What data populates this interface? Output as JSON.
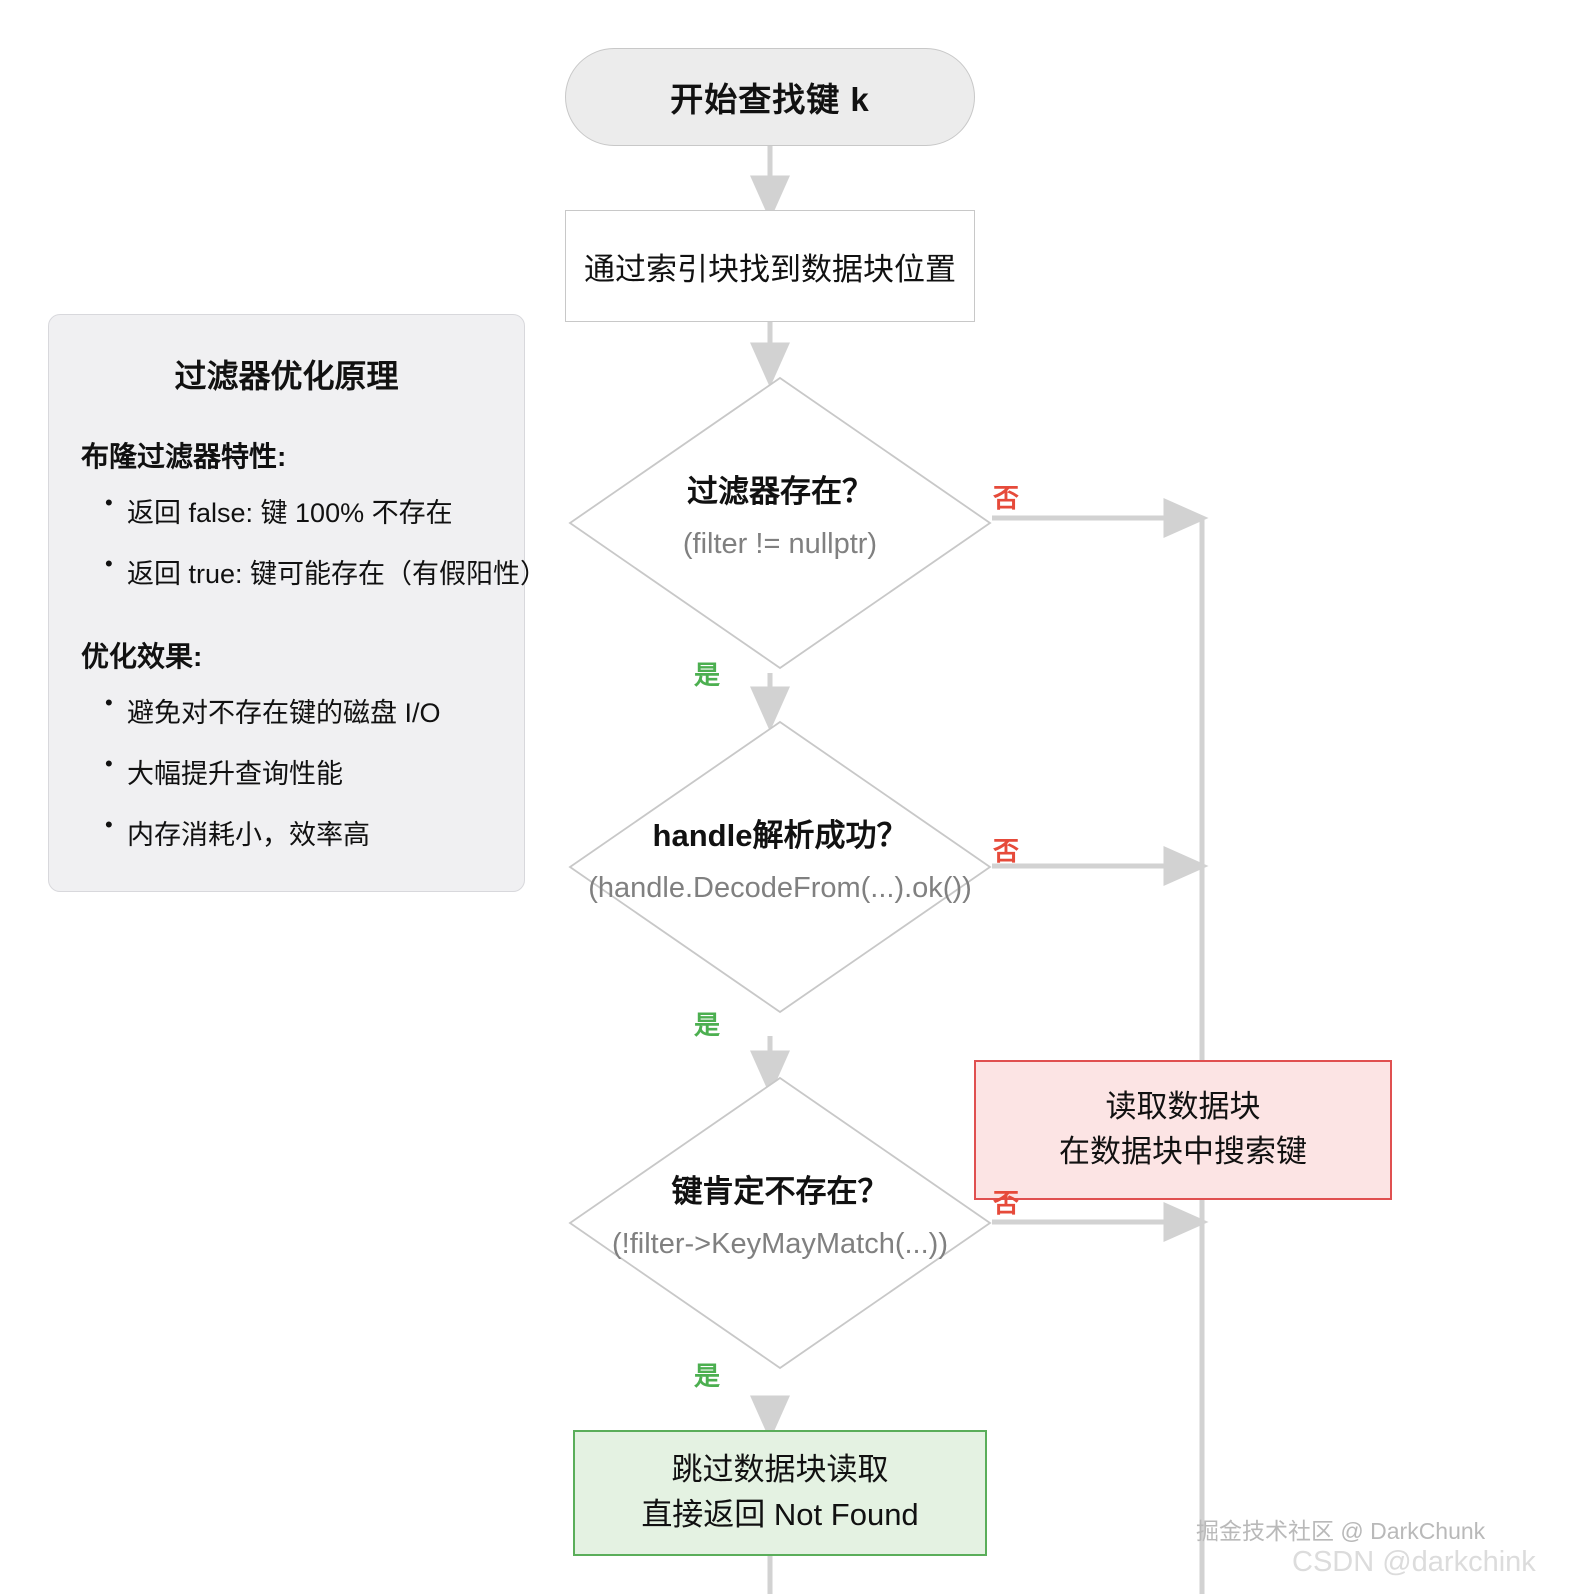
{
  "diagram": {
    "type": "flowchart",
    "title_node": "开始查找键 k",
    "nodes": {
      "start": {
        "label": "开始查找键 k",
        "shape": "stadium",
        "fill": "#ececec",
        "stroke": "#c8c8c8"
      },
      "locate": {
        "label": "通过索引块找到数据块位置",
        "shape": "rect",
        "fill": "#ffffff",
        "stroke": "#c8c8c8"
      },
      "filter_exists": {
        "title": "过滤器存在？",
        "code": "(filter != nullptr)",
        "shape": "diamond",
        "stroke": "#c8c8c8"
      },
      "handle_ok": {
        "title": "handle解析成功？",
        "code": "(handle.DecodeFrom(...).ok())",
        "shape": "diamond",
        "stroke": "#c8c8c8"
      },
      "key_absent": {
        "title": "键肯定不存在？",
        "code": "(!filter->KeyMayMatch(...))",
        "shape": "diamond",
        "stroke": "#c8c8c8"
      },
      "read_block": {
        "line1": "读取数据块",
        "line2": "在数据块中搜索键",
        "shape": "rect",
        "fill": "#fce4e4",
        "stroke": "#e05050"
      },
      "skip_block": {
        "line1": "跳过数据块读取",
        "line2": "直接返回 Not Found",
        "shape": "rect",
        "fill": "#e4f2e2",
        "stroke": "#5aae5a"
      }
    },
    "edge_labels": {
      "yes": "是",
      "no": "否",
      "yes_color": "#4caf50",
      "no_color": "#e64a3a"
    },
    "edges": [
      {
        "from": "start",
        "to": "locate",
        "label": ""
      },
      {
        "from": "locate",
        "to": "filter_exists",
        "label": ""
      },
      {
        "from": "filter_exists",
        "to": "handle_ok",
        "label": "是"
      },
      {
        "from": "filter_exists",
        "to": "read_block",
        "label": "否"
      },
      {
        "from": "handle_ok",
        "to": "key_absent",
        "label": "是"
      },
      {
        "from": "handle_ok",
        "to": "read_block",
        "label": "否"
      },
      {
        "from": "key_absent",
        "to": "skip_block",
        "label": "是"
      },
      {
        "from": "key_absent",
        "to": "read_block",
        "label": "否"
      }
    ],
    "edge_color": "#d2d2d2"
  },
  "info_panel": {
    "title": "过滤器优化原理",
    "sections": [
      {
        "heading": "布隆过滤器特性:",
        "items": [
          "返回 false: 键 100% 不存在",
          "返回 true: 键可能存在（有假阳性）"
        ]
      },
      {
        "heading": "优化效果:",
        "items": [
          "避免对不存在键的磁盘 I/O",
          "大幅提升查询性能",
          "内存消耗小，效率高"
        ]
      }
    ]
  },
  "watermarks": {
    "juejin": "掘金技术社区 @ DarkChunk",
    "csdn": "CSDN @darkchink"
  }
}
